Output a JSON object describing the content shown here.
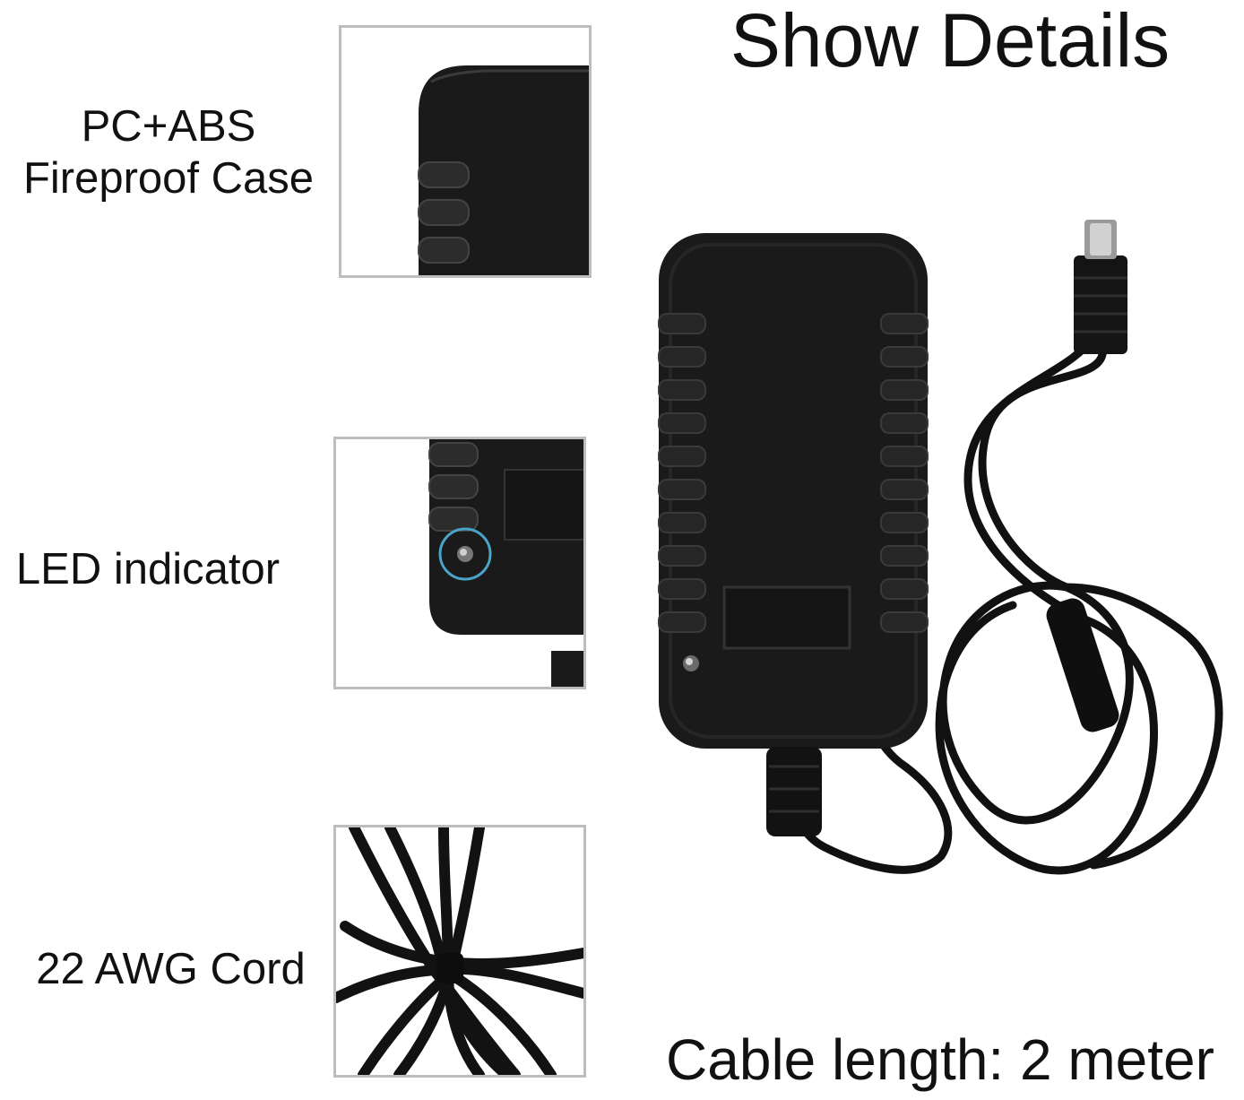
{
  "page": {
    "title": "Show Details",
    "caption": "Cable length: 2 meter"
  },
  "details": [
    {
      "label_line1": "PC+ABS",
      "label_line2": "Fireproof Case"
    },
    {
      "label": "LED indicator"
    },
    {
      "label": "22 AWG Cord"
    }
  ],
  "colors": {
    "background": "#ffffff",
    "text": "#111111",
    "frame": "#bdbdbd",
    "product": "#1a1a1a",
    "led_ring": "#4aa3c8"
  }
}
